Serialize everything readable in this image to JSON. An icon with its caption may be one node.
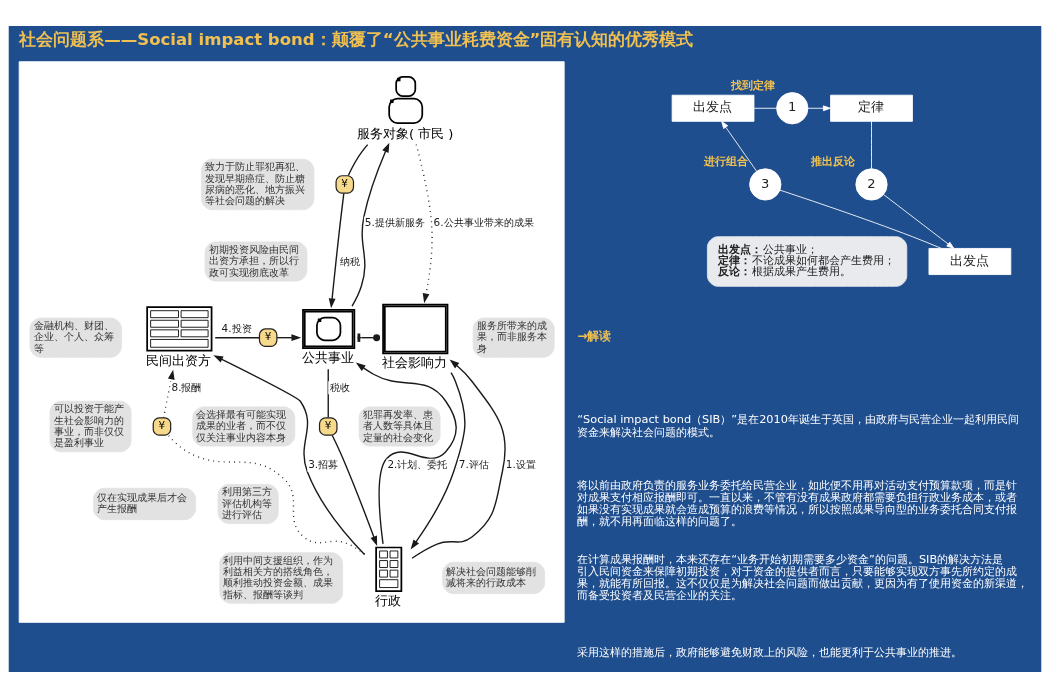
{
  "diagram": {
    "title": "社会问题系——Social impact bond：颠覆了“公共事业耗费资金”固有认知的优秀模式",
    "nodes": [
      {
        "text": [],
        "shape": "box"
      },
      {
        "text": [
          "服务对象( 市民 )"
        ],
        "in": 0
      },
      {
        "text": [
          "致力于防止罪犯再犯、发现早期癌症、防止糖尿病的恶化、地方振兴等社会问题的解决"
        ],
        "in": 0
      },
      {
        "text": [
          "¥"
        ],
        "in": 0
      },
      {
        "text": [
          "初期投资风险由民间出资方承担，所以行政可实现彻底改革"
        ],
        "in": 0
      },
      {
        "text": [
          "金融机构、财团、企业、个人、众筹等"
        ],
        "in": 0
      },
      {
        "text": [
          "民间出资方"
        ],
        "in": 0
      },
      {
        "text": [
          "¥"
        ],
        "in": 0
      },
      {
        "text": [
          "公共事业"
        ],
        "in": 0
      },
      {
        "text": [
          "社会影响力"
        ],
        "in": 0
      },
      {
        "text": [
          "服务所带来的成果，而非服务本身"
        ],
        "in": 0
      },
      {
        "text": [
          "可以投资于能产生社会影响力的事业，而非仅仅是盈利事业"
        ],
        "in": 0
      },
      {
        "text": [
          "犯罪再发率、患者人数等具体且定量的社会变化"
        ],
        "in": 0
      },
      {
        "text": [
          "会选择最有可能实现成果的业者，而不仅仅关注事业内容本身"
        ],
        "in": 0
      },
      {
        "text": [
          "¥"
        ],
        "in": 0
      },
      {
        "text": [
          "¥"
        ],
        "in": 0
      },
      {
        "text": [
          "利用第三方评估机构等进行评估"
        ],
        "in": 0
      },
      {
        "text": [
          "仅在实现成果后才会产生报酬"
        ],
        "in": 0
      },
      {
        "text": [
          "行政"
        ],
        "in": 0
      },
      {
        "text": [
          "利用中间支援组织，作为利益相关方的搭线角色，顺利推动投资金额、成果指标、报酬等谈判"
        ],
        "in": 0
      },
      {
        "text": [
          "解决社会问题能够削减将来的行政成本"
        ],
        "in": 0
      },
      {
        "text": [
          "出发点"
        ]
      },
      {
        "text": [
          "1"
        ],
        "beside": [
          "找到定律"
        ]
      },
      {
        "text": [
          "定律"
        ]
      },
      {
        "text": [
          "2"
        ],
        "beside": [
          "推出反论"
        ]
      },
      {
        "text": [
          "3"
        ],
        "beside": [
          "进行组合"
        ]
      },
      {
        "text": [
          "**出发点：**公共事业；",
          "**定律：**不论成果如何都会产生费用；",
          "**反论：**根据成果产生费用。"
        ]
      },
      {
        "text": [
          "出发点"
        ]
      }
    ],
    "edges": [
      {
        "from": 8,
        "to": 1,
        "arrow": "to",
        "label": "5.提供新服务"
      },
      {
        "from": 1,
        "to": 3,
        "arrow": "none"
      },
      {
        "from": 3,
        "to": 8,
        "arrow": "to",
        "label": "纳税"
      },
      {
        "from": 1,
        "to": 9,
        "arrow": "to",
        "label": "6.公共事业带来的成果",
        "style": "dashed"
      },
      {
        "from": 6,
        "to": 7,
        "arrow": "none",
        "label": "4.投资"
      },
      {
        "from": 7,
        "to": 8,
        "arrow": "to"
      },
      {
        "from": 8,
        "to": 9,
        "arrow": "other"
      },
      {
        "from": 18,
        "to": 6,
        "arrow": "to",
        "label": "3.招募"
      },
      {
        "from": 18,
        "to": 14,
        "arrow": "none",
        "style": "dashed"
      },
      {
        "from": 14,
        "to": 6,
        "arrow": "to",
        "label": "8.报酬",
        "style": "dashed"
      },
      {
        "from": 18,
        "to": 8,
        "arrow": "to",
        "label": "2.计划、委托"
      },
      {
        "from": 8,
        "to": 15,
        "arrow": "none",
        "label": "税收"
      },
      {
        "from": 15,
        "to": 18,
        "arrow": "to"
      },
      {
        "from": 18,
        "to": 9,
        "arrow": "to",
        "label": "1.设置"
      },
      {
        "from": 9,
        "to": 18,
        "arrow": "to",
        "label": "7.评估"
      },
      {
        "from": 21,
        "to": 22,
        "arrow": "none",
        "color": "#ffffff"
      },
      {
        "from": 22,
        "to": 23,
        "arrow": "to",
        "color": "#ffffff"
      },
      {
        "from": 23,
        "to": 24,
        "arrow": "none",
        "color": "#ffffff"
      },
      {
        "from": 24,
        "to": 27,
        "arrow": "to",
        "color": "#ffffff"
      },
      {
        "from": 27,
        "to": 25,
        "arrow": "none",
        "color": "#ffffff"
      },
      {
        "from": 25,
        "to": 21,
        "arrow": "to",
        "color": "#ffffff"
      }
    ],
    "labels": [
      "→解读",
      "“Social impact bond（SIB）”是在2010年诞生于英国，由政府与民营企业一起利用民间资金来解决社会问题的模式。",
      "将以前由政府负责的服务业务委托给民营企业，如此便不用再对活动支付预算款项，而是针对成果支付相应报酬即可。一直以来，不管有没有成果政府都需要负担行政业务成本，或者如果没有实现成果就会造成预算的浪费等情况，所以按照成果导向型的业务委托合同支付报酬，就不用再面临这样的问题了。",
      "在计算成果报酬时，本来还存在“业务开始初期需要多少资金”的问题。SIB的解决方法是引入民间资金来保障初期投资，对于资金的提供者而言，只要能够实现双方事先所约定的成果，就能有所回报。这不仅仅是为解决社会问题而做出贡献，更因为有了使用资金的新渠道，而备受投资者及民营企业的关注。",
      "采用这样的措施后，政府能够避免财政上的风险，也能更利于公共事业的推进。"
    ]
  }
}
